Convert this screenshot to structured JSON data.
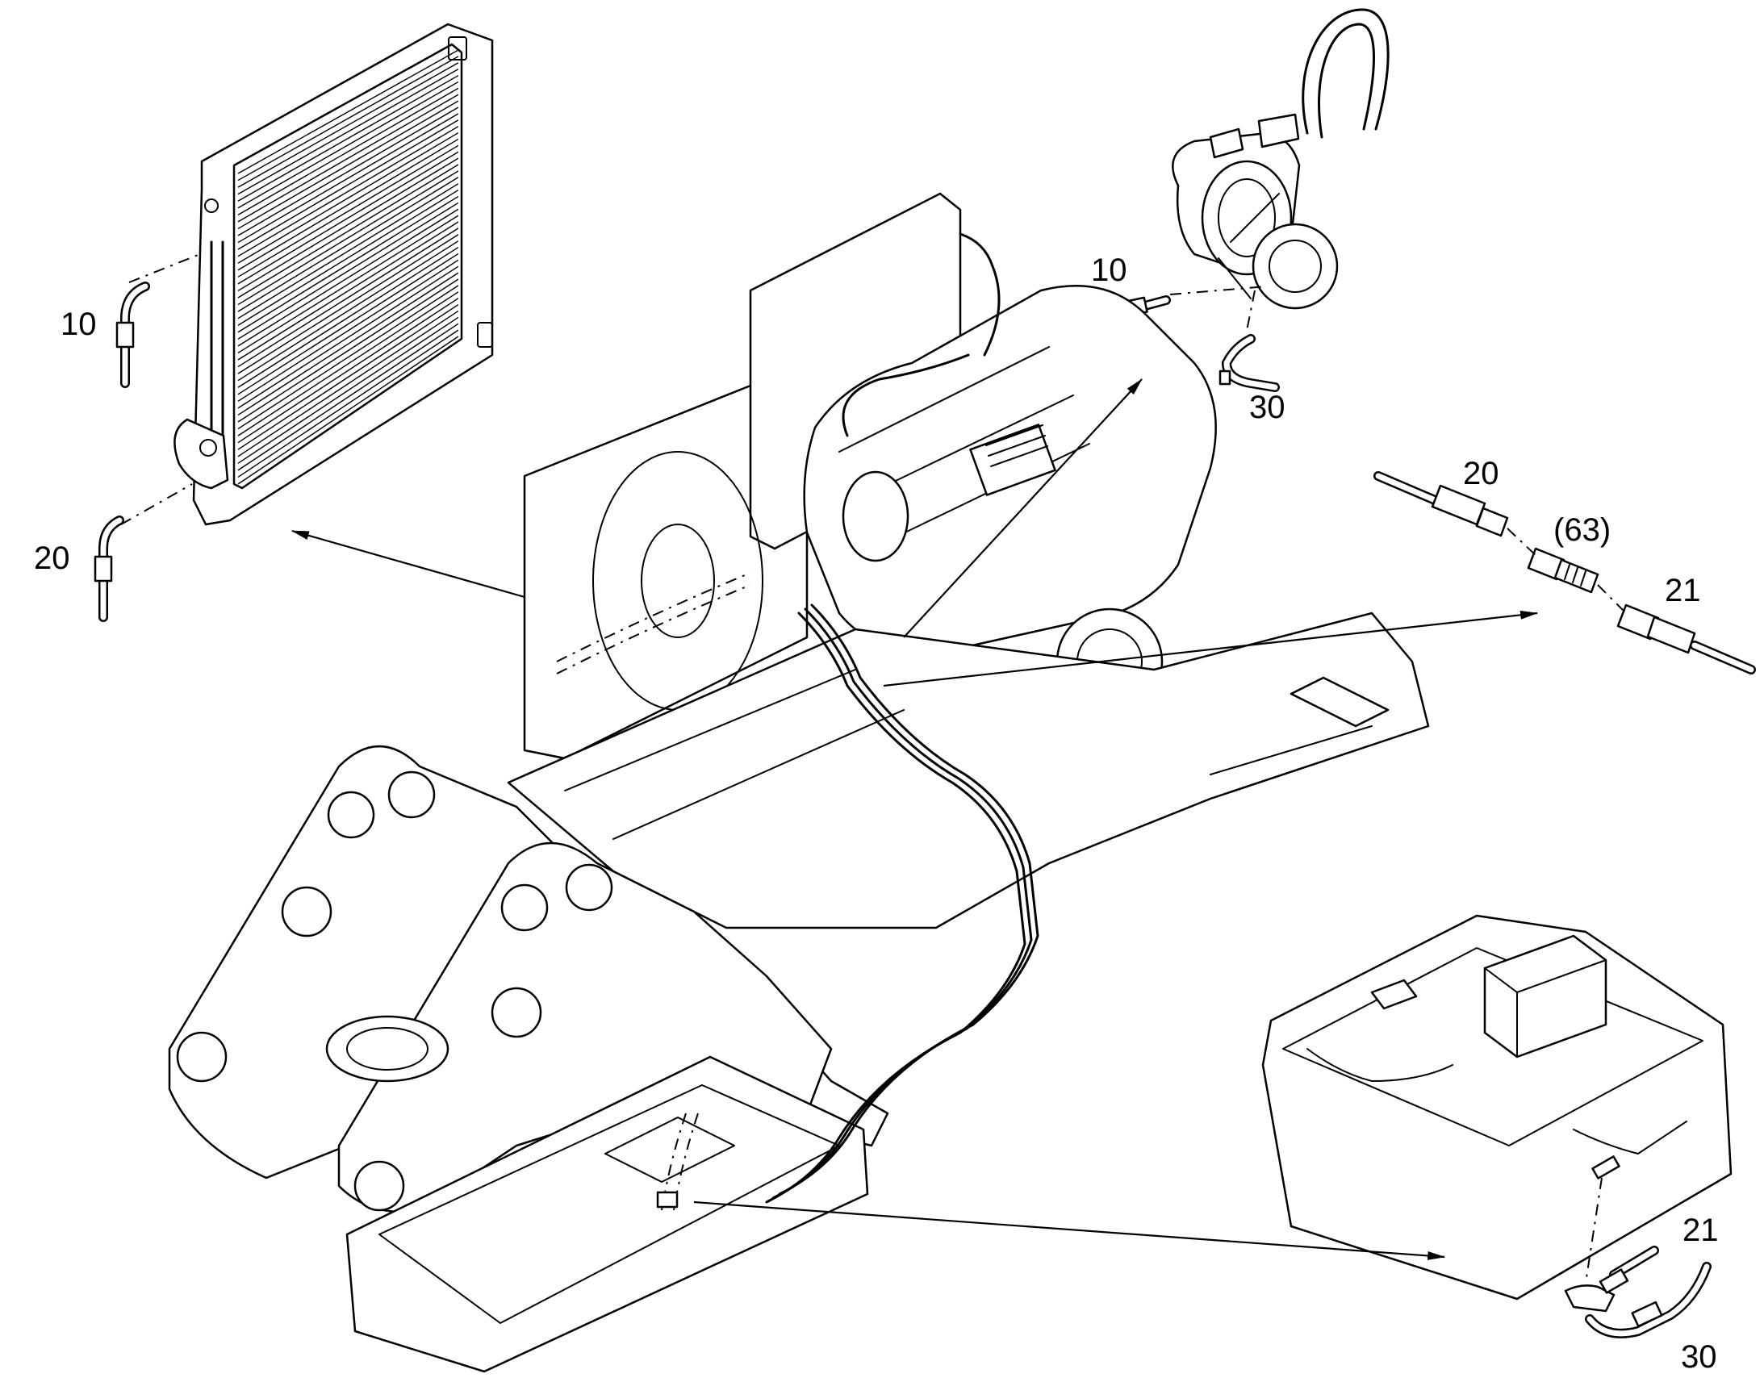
{
  "callouts": {
    "condenser_top": "10",
    "condenser_bottom": "20",
    "compressor_top": "10",
    "compressor_bottom": "30",
    "line_left": "20",
    "line_fitting": "(63)",
    "line_right": "21",
    "hvac_top": "21",
    "hvac_bottom": "30"
  }
}
